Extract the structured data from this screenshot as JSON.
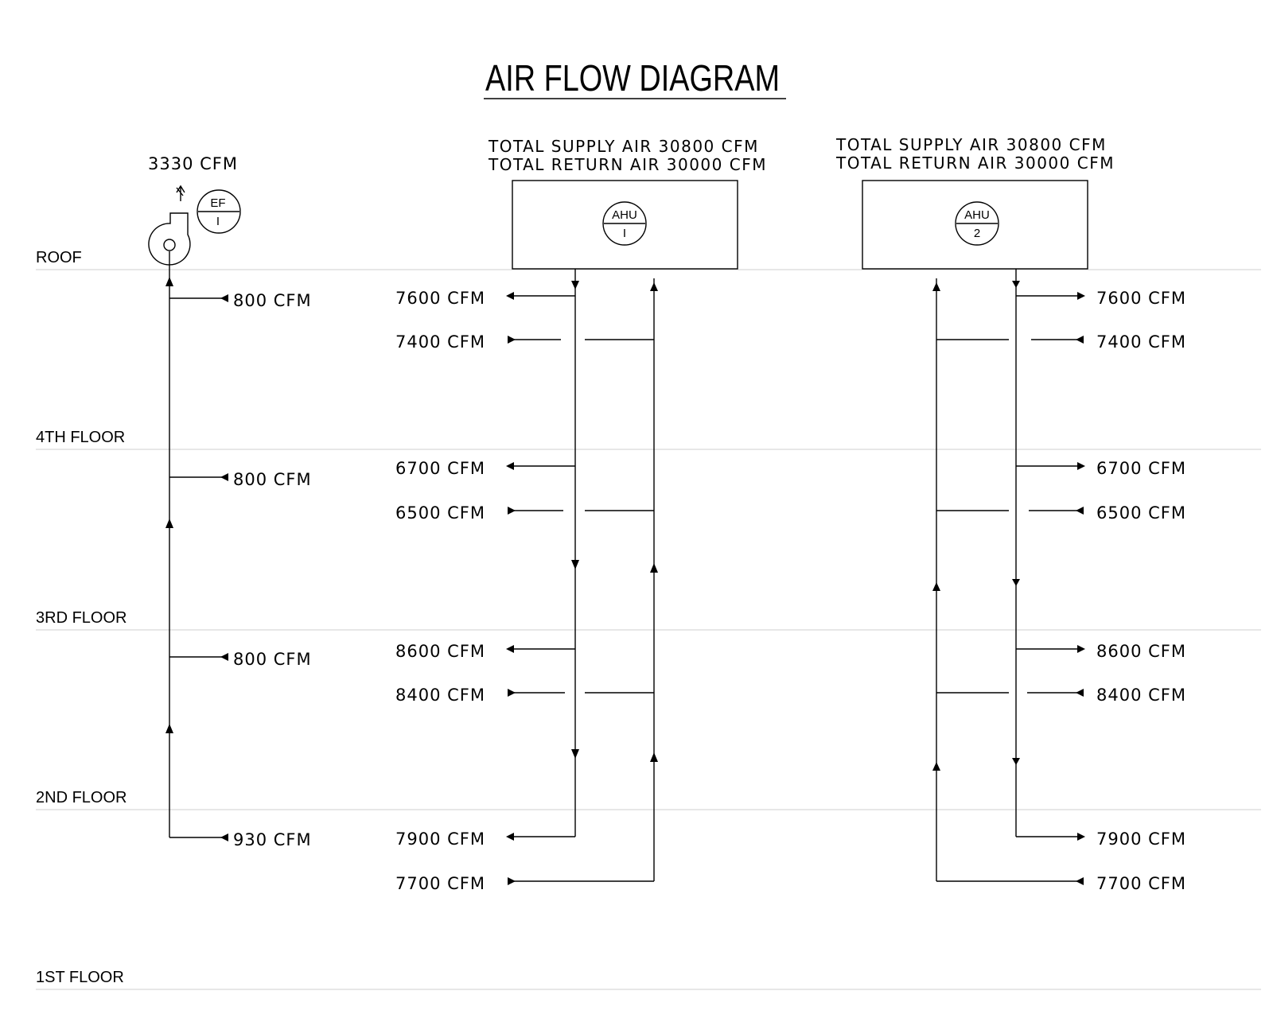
{
  "title": "AIR FLOW DIAGRAM",
  "floors": [
    {
      "label": "ROOF"
    },
    {
      "label": "4TH FLOOR"
    },
    {
      "label": "3RD FLOOR"
    },
    {
      "label": "2ND FLOOR"
    },
    {
      "label": "1ST FLOOR"
    }
  ],
  "exhaust_fan": {
    "tag_top": "EF",
    "tag_bottom": "I",
    "total": "3330 CFM",
    "branches": [
      "800 CFM",
      "800 CFM",
      "800 CFM",
      "930 CFM"
    ]
  },
  "ahu1": {
    "tag_top": "AHU",
    "tag_bottom": "I",
    "total_supply": "TOTAL SUPPLY AIR 30800 CFM",
    "total_return": "TOTAL RETURN AIR 30000 CFM",
    "supply": [
      "7600 CFM",
      "6700 CFM",
      "8600 CFM",
      "7900 CFM"
    ],
    "return": [
      "7400 CFM",
      "6500 CFM",
      "8400 CFM",
      "7700 CFM"
    ]
  },
  "ahu2": {
    "tag_top": "AHU",
    "tag_bottom": "2",
    "total_supply": "TOTAL SUPPLY AIR 30800 CFM",
    "total_return": "TOTAL RETURN AIR 30000 CFM",
    "supply": [
      "7600 CFM",
      "6700 CFM",
      "8600 CFM",
      "7900 CFM"
    ],
    "return": [
      "7400 CFM",
      "6500 CFM",
      "8400 CFM",
      "7700 CFM"
    ]
  }
}
